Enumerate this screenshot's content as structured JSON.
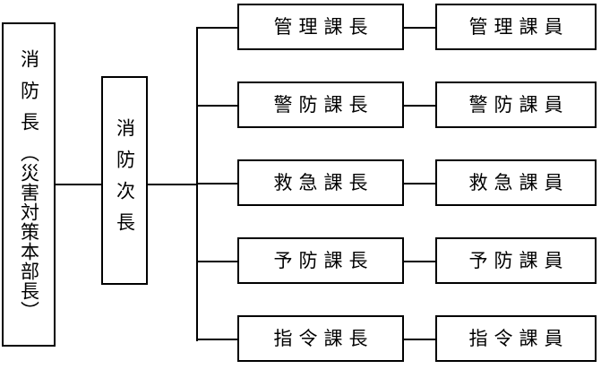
{
  "chart_data": {
    "type": "diagram",
    "title": "",
    "orientation": "left-to-right hierarchy",
    "levels": 4,
    "nodes": [
      {
        "id": "chief",
        "level": 1,
        "orientation": "vertical",
        "label_full": "消防長（災害対策本部長）",
        "label_main": "消防長",
        "label_paren": "（災害対策本部長）"
      },
      {
        "id": "deputy",
        "level": 2,
        "orientation": "vertical",
        "label_full": "消防次長",
        "label_main": "消防次長",
        "label_paren": ""
      },
      {
        "id": "chief-admin",
        "level": 3,
        "orientation": "horizontal",
        "label": "管理課長"
      },
      {
        "id": "chief-fire",
        "level": 3,
        "orientation": "horizontal",
        "label": "警防課長"
      },
      {
        "id": "chief-ems",
        "level": 3,
        "orientation": "horizontal",
        "label": "救急課長"
      },
      {
        "id": "chief-prevent",
        "level": 3,
        "orientation": "horizontal",
        "label": "予防課長"
      },
      {
        "id": "chief-dispatch",
        "level": 3,
        "orientation": "horizontal",
        "label": "指令課長"
      },
      {
        "id": "staff-admin",
        "level": 4,
        "orientation": "horizontal",
        "label": "管理課員"
      },
      {
        "id": "staff-fire",
        "level": 4,
        "orientation": "horizontal",
        "label": "警防課員"
      },
      {
        "id": "staff-ems",
        "level": 4,
        "orientation": "horizontal",
        "label": "救急課員"
      },
      {
        "id": "staff-prevent",
        "level": 4,
        "orientation": "horizontal",
        "label": "予防課員"
      },
      {
        "id": "staff-dispatch",
        "level": 4,
        "orientation": "horizontal",
        "label": "指令課員"
      }
    ],
    "edges": [
      {
        "from": "chief",
        "to": "deputy"
      },
      {
        "from": "deputy",
        "to": "chief-admin"
      },
      {
        "from": "deputy",
        "to": "chief-fire"
      },
      {
        "from": "deputy",
        "to": "chief-ems"
      },
      {
        "from": "deputy",
        "to": "chief-prevent"
      },
      {
        "from": "deputy",
        "to": "chief-dispatch"
      },
      {
        "from": "chief-admin",
        "to": "staff-admin"
      },
      {
        "from": "chief-fire",
        "to": "staff-fire"
      },
      {
        "from": "chief-ems",
        "to": "staff-ems"
      },
      {
        "from": "chief-prevent",
        "to": "staff-prevent"
      },
      {
        "from": "chief-dispatch",
        "to": "staff-dispatch"
      }
    ],
    "colors": {
      "background": "#ffffff",
      "box_border": "#000000",
      "box_fill": "#ffffff",
      "text": "#000000",
      "connector": "#000000"
    }
  }
}
